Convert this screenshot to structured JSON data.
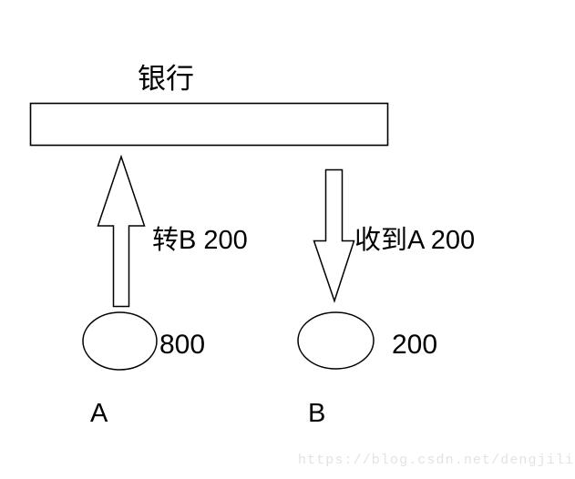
{
  "diagram": {
    "title": "银行",
    "bank_box": {
      "name": "bank-bar"
    },
    "flows": [
      {
        "id": "a-to-bank",
        "label": "转B 200",
        "direction": "up",
        "from": "A",
        "to": "银行",
        "amount": "200"
      },
      {
        "id": "bank-to-b",
        "label": "收到A 200",
        "direction": "down",
        "from": "银行",
        "to": "B",
        "amount": "200"
      }
    ],
    "accounts": [
      {
        "id": "A",
        "name": "A",
        "balance": "800"
      },
      {
        "id": "B",
        "name": "B",
        "balance": "200"
      }
    ],
    "stroke_color": "#000000",
    "background_color": "#ffffff"
  },
  "watermark": {
    "text": "https://blog.csdn.net/dengjili",
    "color": "#e3e3e3"
  }
}
